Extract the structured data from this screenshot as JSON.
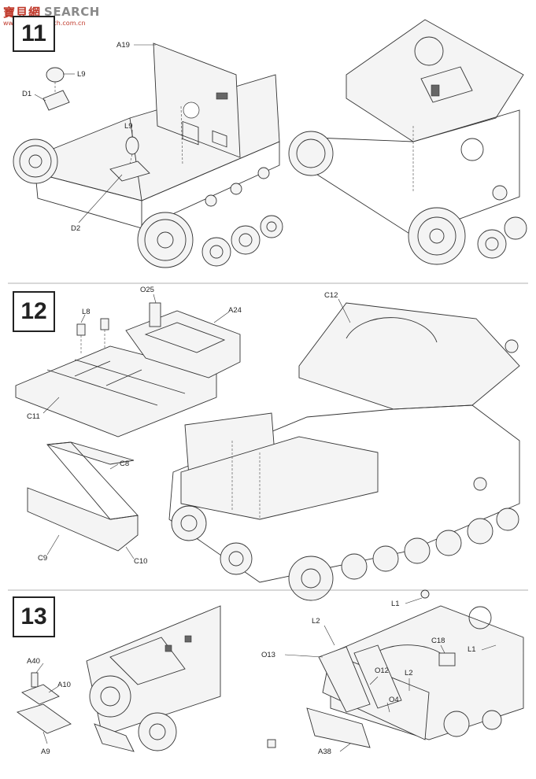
{
  "watermark": {
    "logo": "寶貝網",
    "title": "SEARCH",
    "subtitle": "www.hobbysearch.com.cn"
  },
  "steps": [
    {
      "number": "11"
    },
    {
      "number": "12"
    },
    {
      "number": "13"
    }
  ],
  "labels": {
    "A19": "A19",
    "L9a": "L9",
    "D1": "D1",
    "L9b": "L9",
    "D2": "D2",
    "O25": "O25",
    "L8": "L8",
    "A24": "A24",
    "C11": "C11",
    "C8": "C8",
    "C9": "C9",
    "C10": "C10",
    "C12": "C12",
    "A40": "A40",
    "A10": "A10",
    "A9": "A9",
    "L1a": "L1",
    "L2a": "L2",
    "C18": "C18",
    "L1b": "L1",
    "O13": "O13",
    "O12": "O12",
    "L2b": "L2",
    "O4": "O4",
    "A38": "A38"
  },
  "colors": {
    "line": "#333333",
    "step_border": "#222222",
    "watermark_red": "#c0392b",
    "watermark_grey": "#8a8a8a"
  }
}
